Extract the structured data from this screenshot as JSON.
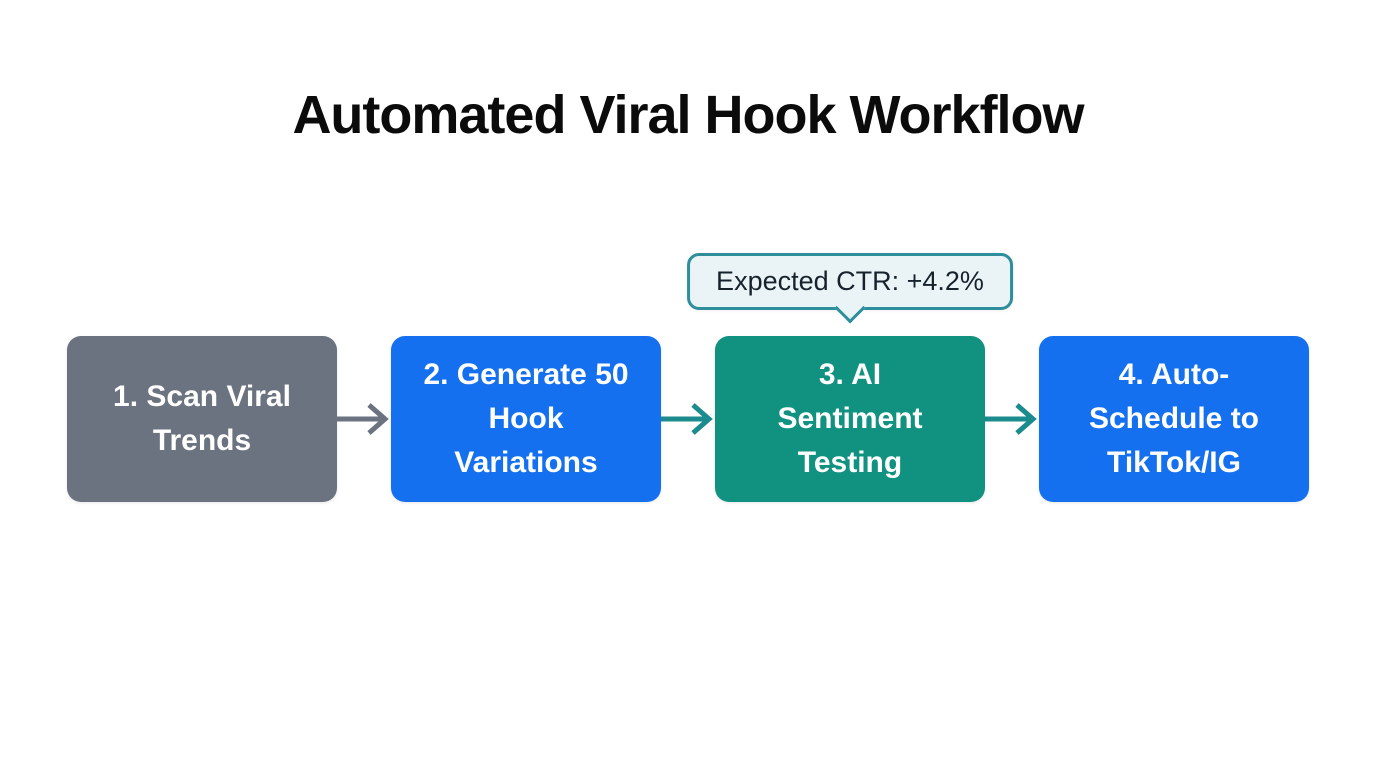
{
  "page": {
    "title": "Automated Viral Hook Workflow",
    "background": "#ffffff"
  },
  "tooltip": {
    "text": "Expected CTR: +4.2%",
    "border_color": "#2f8e9b",
    "background": "#eaf4f7",
    "text_color": "#16222c",
    "attached_to_step": "3. AI Sentiment Testing"
  },
  "workflow": {
    "steps": [
      {
        "label": "1. Scan Viral Trends",
        "color": "#6b7280",
        "text_color": "#ffffff"
      },
      {
        "label": "2. Generate 50 Hook Variations",
        "color": "#1570ef",
        "text_color": "#ffffff"
      },
      {
        "label": "3. AI Sentiment Testing",
        "color": "#119180",
        "text_color": "#ffffff"
      },
      {
        "label": "4. Auto-Schedule to TikTok/IG",
        "color": "#1570ef",
        "text_color": "#ffffff"
      }
    ],
    "arrows": [
      {
        "from": "1. Scan Viral Trends",
        "to": "2. Generate 50 Hook Variations",
        "color": "#6b7280"
      },
      {
        "from": "2. Generate 50 Hook Variations",
        "to": "3. AI Sentiment Testing",
        "color": "#1b8b8d"
      },
      {
        "from": "3. AI Sentiment Testing",
        "to": "4. Auto-Schedule to TikTok/IG",
        "color": "#1b8b8d"
      }
    ]
  }
}
